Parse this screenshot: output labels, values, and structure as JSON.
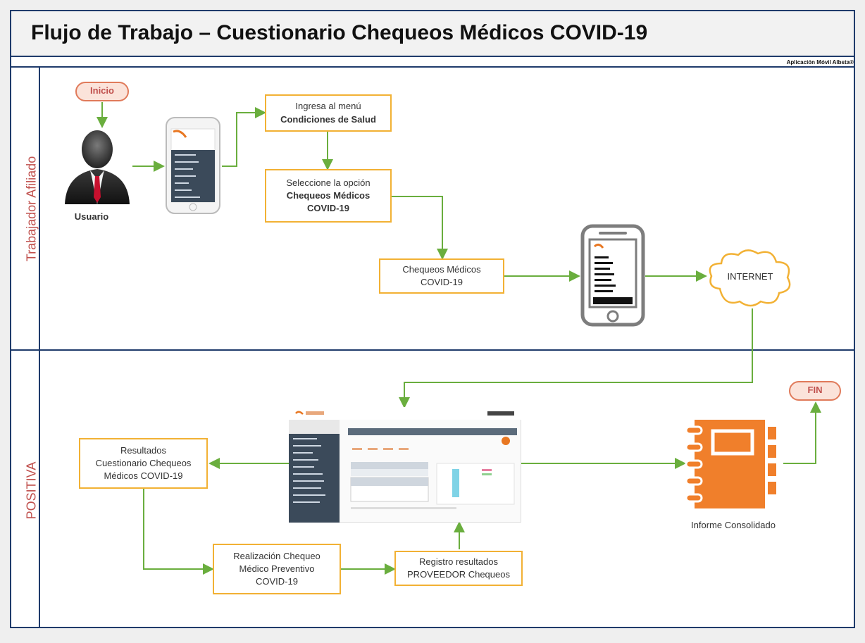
{
  "title": "Flujo de Trabajo – Cuestionario Chequeos Médicos  COVID-19",
  "subtitle": "Aplicación Móvil Albsta®",
  "lanes": {
    "top": "Trabajador Afiliado",
    "bottom": "POSITIVA"
  },
  "start_label": "Inicio",
  "end_label": "FIN",
  "user_label": "Usuario",
  "steps": {
    "ingresa": {
      "line1": "Ingresa al menú",
      "line2": "Condiciones de Salud"
    },
    "seleccione": {
      "line1": "Seleccione la opción",
      "line2": "Chequeos Médicos",
      "line3": "COVID-19"
    },
    "chequeos": {
      "line1": "Chequeos Médicos",
      "line2": "COVID-19"
    },
    "resultados": {
      "line1": "Resultados",
      "line2": "Cuestionario Chequeos",
      "line3": "Médicos COVID-19"
    },
    "realizacion": {
      "line1": "Realización Chequeo",
      "line2": "Médico Preventivo",
      "line3": "COVID-19"
    },
    "registro": {
      "line1": "Registro resultados",
      "line2": "PROVEEDOR Chequeos"
    }
  },
  "internet_label": "INTERNET",
  "report_label": "Informe Consolidado",
  "colors": {
    "border": "#1f3b6b",
    "box": "#f2b134",
    "arrow": "#6aae3e",
    "accent": "#e87722",
    "lane_text": "#c0504d"
  }
}
